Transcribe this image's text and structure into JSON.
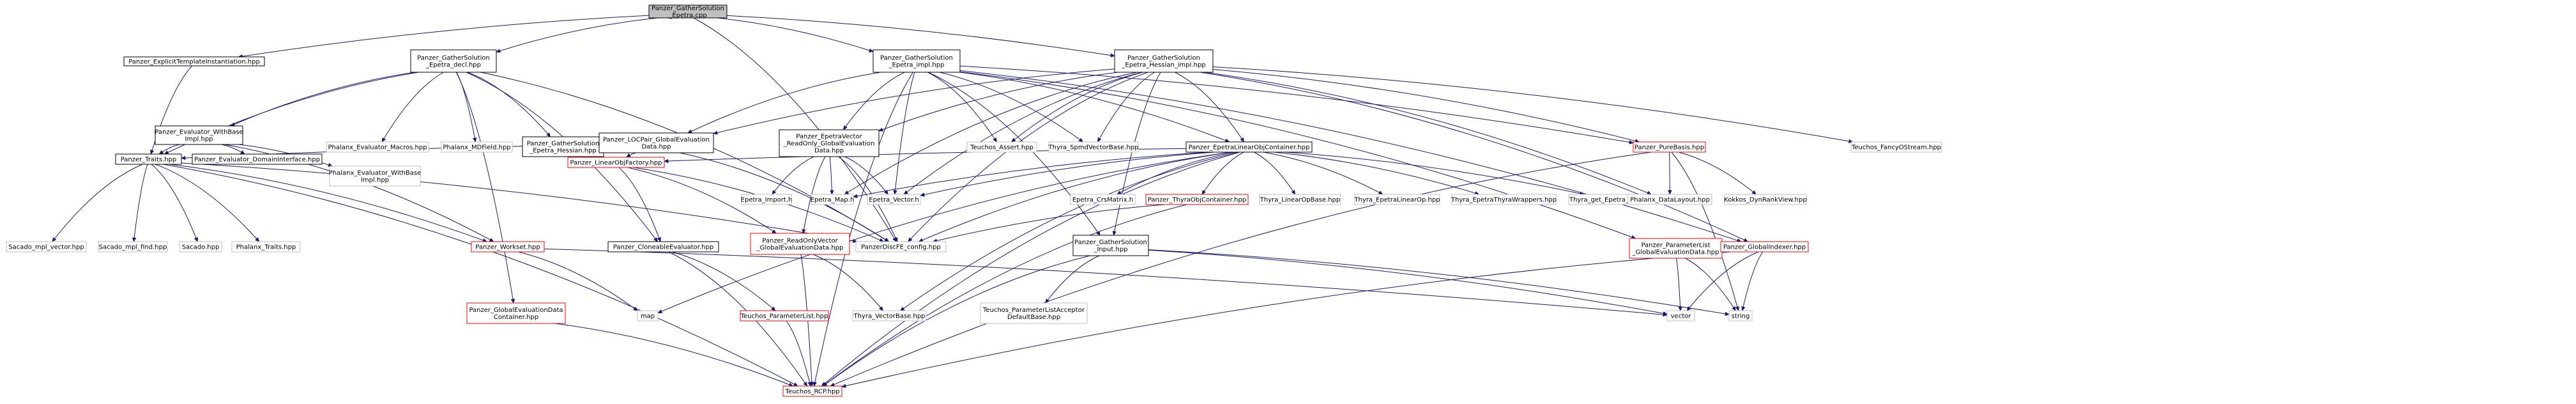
{
  "graph": {
    "edge_color": "#191970",
    "box_fill": "#ffffff",
    "root_fill": "#bfbfbf",
    "node_styles": {
      "root": {
        "fill": "#bfbfbf",
        "stroke": "#000000"
      },
      "documented": {
        "fill": "#ffffff",
        "stroke": "#000000"
      },
      "has_missing_includes": {
        "fill": "#ffffff",
        "stroke": "#ff0000"
      },
      "external": {
        "fill": "#ffffff",
        "stroke": "#bfbfbf"
      }
    },
    "nodes": [
      {
        "id": "root",
        "lines": [
          "Panzer_GatherSolution",
          "_Epetra.cpp"
        ],
        "style": "root"
      },
      {
        "id": "explicit",
        "lines": [
          "Panzer_ExplicitTemplateInstantiation.hpp"
        ],
        "style": "documented"
      },
      {
        "id": "decl",
        "lines": [
          "Panzer_GatherSolution",
          "_Epetra_decl.hpp"
        ],
        "style": "documented"
      },
      {
        "id": "impl",
        "lines": [
          "Panzer_GatherSolution",
          "_Epetra_impl.hpp"
        ],
        "style": "documented"
      },
      {
        "id": "hessian_impl",
        "lines": [
          "Panzer_GatherSolution",
          "_Epetra_Hessian_impl.hpp"
        ],
        "style": "documented"
      },
      {
        "id": "eval_withbase_impl",
        "lines": [
          "Panzer_Evaluator_WithBase",
          "Impl.hpp"
        ],
        "style": "documented"
      },
      {
        "id": "phalanx_macros",
        "lines": [
          "Phalanx_Evaluator_Macros.hpp"
        ],
        "style": "external"
      },
      {
        "id": "phalanx_mdfield",
        "lines": [
          "Phalanx_MDField.hpp"
        ],
        "style": "external"
      },
      {
        "id": "hessian_hpp",
        "lines": [
          "Panzer_GatherSolution",
          "_Epetra_Hessian.hpp"
        ],
        "style": "documented"
      },
      {
        "id": "locpair",
        "lines": [
          "Panzer_LOCPair_GlobalEvaluation",
          "Data.hpp"
        ],
        "style": "documented"
      },
      {
        "id": "epetravector_ro",
        "lines": [
          "Panzer_EpetraVector",
          "_ReadOnly_GlobalEvaluation",
          "Data.hpp"
        ],
        "style": "documented"
      },
      {
        "id": "teuchos_assert",
        "lines": [
          "Teuchos_Assert.hpp"
        ],
        "style": "external"
      },
      {
        "id": "thyra_spmd",
        "lines": [
          "Thyra_SpmdVectorBase.hpp"
        ],
        "style": "external"
      },
      {
        "id": "epetra_lin",
        "lines": [
          "Panzer_EpetraLinearObjContainer.hpp"
        ],
        "style": "documented"
      },
      {
        "id": "purebasis",
        "lines": [
          "Panzer_PureBasis.hpp"
        ],
        "style": "has_missing_includes"
      },
      {
        "id": "fancy",
        "lines": [
          "Teuchos_FancyOStream.hpp"
        ],
        "style": "external"
      },
      {
        "id": "traits",
        "lines": [
          "Panzer_Traits.hpp"
        ],
        "style": "documented"
      },
      {
        "id": "eval_domain",
        "lines": [
          "Panzer_Evaluator_DomainInterface.hpp"
        ],
        "style": "documented"
      },
      {
        "id": "phalanx_withbase_impl",
        "lines": [
          "Phalanx_Evaluator_WithBase",
          "Impl.hpp"
        ],
        "style": "external"
      },
      {
        "id": "linobjfactory",
        "lines": [
          "Panzer_LinearObjFactory.hpp"
        ],
        "style": "has_missing_includes"
      },
      {
        "id": "epetra_import",
        "lines": [
          "Epetra_Import.h"
        ],
        "style": "external"
      },
      {
        "id": "epetra_map",
        "lines": [
          "Epetra_Map.h"
        ],
        "style": "external"
      },
      {
        "id": "epetra_vector",
        "lines": [
          "Epetra_Vector.h"
        ],
        "style": "external"
      },
      {
        "id": "epetra_crs",
        "lines": [
          "Epetra_CrsMatrix.h"
        ],
        "style": "external"
      },
      {
        "id": "thyraobj",
        "lines": [
          "Panzer_ThyraObjContainer.hpp"
        ],
        "style": "has_missing_includes"
      },
      {
        "id": "thyra_linop",
        "lines": [
          "Thyra_LinearOpBase.hpp"
        ],
        "style": "external"
      },
      {
        "id": "thyra_epetralinop",
        "lines": [
          "Thyra_EpetraLinearOp.hpp"
        ],
        "style": "external"
      },
      {
        "id": "thyra_wrappers",
        "lines": [
          "Thyra_EpetraThyraWrappers.hpp"
        ],
        "style": "external"
      },
      {
        "id": "thyra_getop",
        "lines": [
          "Thyra_get_Epetra_Operator.hpp"
        ],
        "style": "external"
      },
      {
        "id": "phalanx_datalayout",
        "lines": [
          "Phalanx_DataLayout.hpp"
        ],
        "style": "external"
      },
      {
        "id": "kokkos_dynrank",
        "lines": [
          "Kokkos_DynRankView.hpp"
        ],
        "style": "external"
      },
      {
        "id": "sacado_vector",
        "lines": [
          "Sacado_mpl_vector.hpp"
        ],
        "style": "external"
      },
      {
        "id": "sacado_find",
        "lines": [
          "Sacado_mpl_find.hpp"
        ],
        "style": "external"
      },
      {
        "id": "sacado",
        "lines": [
          "Sacado.hpp"
        ],
        "style": "external"
      },
      {
        "id": "phalanx_traits",
        "lines": [
          "Phalanx_Traits.hpp"
        ],
        "style": "external"
      },
      {
        "id": "workset",
        "lines": [
          "Panzer_Workset.hpp"
        ],
        "style": "has_missing_includes"
      },
      {
        "id": "cloneable",
        "lines": [
          "Panzer_CloneableEvaluator.hpp"
        ],
        "style": "documented"
      },
      {
        "id": "discfe",
        "lines": [
          "PanzerDiscFE_config.hpp"
        ],
        "style": "external"
      },
      {
        "id": "readonly_vec",
        "lines": [
          "Panzer_ReadOnlyVector",
          "_GlobalEvaluationData.hpp"
        ],
        "style": "has_missing_includes"
      },
      {
        "id": "input_hpp",
        "lines": [
          "Panzer_GatherSolution",
          "_Input.hpp"
        ],
        "style": "documented"
      },
      {
        "id": "paramlist_ged",
        "lines": [
          "Panzer_ParameterList",
          "_GlobalEvaluationData.hpp"
        ],
        "style": "has_missing_includes"
      },
      {
        "id": "globalindexer",
        "lines": [
          "Panzer_GlobalIndexer.hpp"
        ],
        "style": "has_missing_includes"
      },
      {
        "id": "ged_container",
        "lines": [
          "Panzer_GlobalEvaluationData",
          "Container.hpp"
        ],
        "style": "has_missing_includes"
      },
      {
        "id": "map",
        "lines": [
          "map"
        ],
        "style": "external"
      },
      {
        "id": "teuchos_paramlist",
        "lines": [
          "Teuchos_ParameterList.hpp"
        ],
        "style": "has_missing_includes"
      },
      {
        "id": "thyra_vectorbase",
        "lines": [
          "Thyra_VectorBase.hpp"
        ],
        "style": "external"
      },
      {
        "id": "teuchos_pl_acceptor",
        "lines": [
          "Teuchos_ParameterListAcceptor",
          "DefaultBase.hpp"
        ],
        "style": "external"
      },
      {
        "id": "vector",
        "lines": [
          "vector"
        ],
        "style": "external"
      },
      {
        "id": "string",
        "lines": [
          "string"
        ],
        "style": "external"
      },
      {
        "id": "teuchos_rcp",
        "lines": [
          "Teuchos_RCP.hpp"
        ],
        "style": "has_missing_includes"
      }
    ],
    "edges": [
      [
        "root",
        "explicit"
      ],
      [
        "root",
        "decl"
      ],
      [
        "root",
        "impl"
      ],
      [
        "root",
        "hessian_impl"
      ],
      [
        "root",
        "discfe"
      ],
      [
        "explicit",
        "traits"
      ],
      [
        "decl",
        "eval_withbase_impl"
      ],
      [
        "decl",
        "phalanx_macros"
      ],
      [
        "decl",
        "phalanx_mdfield"
      ],
      [
        "decl",
        "hessian_hpp"
      ],
      [
        "decl",
        "traits"
      ],
      [
        "decl",
        "cloneable"
      ],
      [
        "decl",
        "ged_container"
      ],
      [
        "decl",
        "discfe"
      ],
      [
        "eval_withbase_impl",
        "traits"
      ],
      [
        "eval_withbase_impl",
        "eval_domain"
      ],
      [
        "eval_withbase_impl",
        "phalanx_withbase_impl"
      ],
      [
        "eval_withbase_impl",
        "workset"
      ],
      [
        "impl",
        "locpair"
      ],
      [
        "impl",
        "epetravector_ro"
      ],
      [
        "impl",
        "teuchos_assert"
      ],
      [
        "impl",
        "thyra_spmd"
      ],
      [
        "impl",
        "epetra_lin"
      ],
      [
        "impl",
        "purebasis"
      ],
      [
        "impl",
        "epetra_vector"
      ],
      [
        "impl",
        "input_hpp"
      ],
      [
        "impl",
        "paramlist_ged"
      ],
      [
        "impl",
        "globalindexer"
      ],
      [
        "impl",
        "teuchos_rcp"
      ],
      [
        "hessian_impl",
        "locpair"
      ],
      [
        "hessian_impl",
        "epetravector_ro"
      ],
      [
        "hessian_impl",
        "teuchos_assert"
      ],
      [
        "hessian_impl",
        "thyra_spmd"
      ],
      [
        "hessian_impl",
        "epetra_lin"
      ],
      [
        "hessian_impl",
        "purebasis"
      ],
      [
        "hessian_impl",
        "fancy"
      ],
      [
        "hessian_impl",
        "phalanx_datalayout"
      ],
      [
        "hessian_impl",
        "epetra_vector"
      ],
      [
        "hessian_impl",
        "epetra_map"
      ],
      [
        "hessian_impl",
        "discfe"
      ],
      [
        "hessian_impl",
        "input_hpp"
      ],
      [
        "hessian_impl",
        "globalindexer"
      ],
      [
        "locpair",
        "linobjfactory"
      ],
      [
        "locpair",
        "traits"
      ],
      [
        "locpair",
        "discfe"
      ],
      [
        "epetravector_ro",
        "epetra_import"
      ],
      [
        "epetravector_ro",
        "epetra_map"
      ],
      [
        "epetravector_ro",
        "epetra_vector"
      ],
      [
        "epetravector_ro",
        "readonly_vec"
      ],
      [
        "epetravector_ro",
        "discfe"
      ],
      [
        "epetra_lin",
        "epetra_map"
      ],
      [
        "epetra_lin",
        "epetra_vector"
      ],
      [
        "epetra_lin",
        "epetra_crs"
      ],
      [
        "epetra_lin",
        "thyraobj"
      ],
      [
        "epetra_lin",
        "thyra_linop"
      ],
      [
        "epetra_lin",
        "thyra_epetralinop"
      ],
      [
        "epetra_lin",
        "thyra_wrappers"
      ],
      [
        "epetra_lin",
        "thyra_getop"
      ],
      [
        "epetra_lin",
        "linobjfactory"
      ],
      [
        "epetra_lin",
        "discfe"
      ],
      [
        "epetra_lin",
        "teuchos_rcp"
      ],
      [
        "epetra_lin",
        "map"
      ],
      [
        "epetra_lin",
        "thyra_vectorbase"
      ],
      [
        "purebasis",
        "phalanx_datalayout"
      ],
      [
        "purebasis",
        "kokkos_dynrank"
      ],
      [
        "purebasis",
        "teuchos_rcp"
      ],
      [
        "purebasis",
        "string"
      ],
      [
        "traits",
        "sacado_vector"
      ],
      [
        "traits",
        "sacado_find"
      ],
      [
        "traits",
        "sacado"
      ],
      [
        "traits",
        "phalanx_traits"
      ],
      [
        "traits",
        "workset"
      ],
      [
        "traits",
        "discfe"
      ],
      [
        "traits",
        "teuchos_rcp"
      ],
      [
        "linobjfactory",
        "cloneable"
      ],
      [
        "linobjfactory",
        "readonly_vec"
      ],
      [
        "linobjfactory",
        "discfe"
      ],
      [
        "thyraobj",
        "discfe"
      ],
      [
        "thyraobj",
        "teuchos_rcp"
      ],
      [
        "workset",
        "map"
      ],
      [
        "workset",
        "vector"
      ],
      [
        "cloneable",
        "teuchos_paramlist"
      ],
      [
        "cloneable",
        "teuchos_rcp"
      ],
      [
        "readonly_vec",
        "thyra_vectorbase"
      ],
      [
        "readonly_vec",
        "teuchos_rcp"
      ],
      [
        "input_hpp",
        "teuchos_pl_acceptor"
      ],
      [
        "input_hpp",
        "teuchos_rcp"
      ],
      [
        "input_hpp",
        "vector"
      ],
      [
        "input_hpp",
        "string"
      ],
      [
        "paramlist_ged",
        "vector"
      ],
      [
        "paramlist_ged",
        "string"
      ],
      [
        "globalindexer",
        "vector"
      ],
      [
        "globalindexer",
        "string"
      ],
      [
        "globalindexer",
        "teuchos_rcp"
      ],
      [
        "ged_container",
        "teuchos_rcp"
      ],
      [
        "teuchos_paramlist",
        "teuchos_rcp"
      ]
    ]
  }
}
